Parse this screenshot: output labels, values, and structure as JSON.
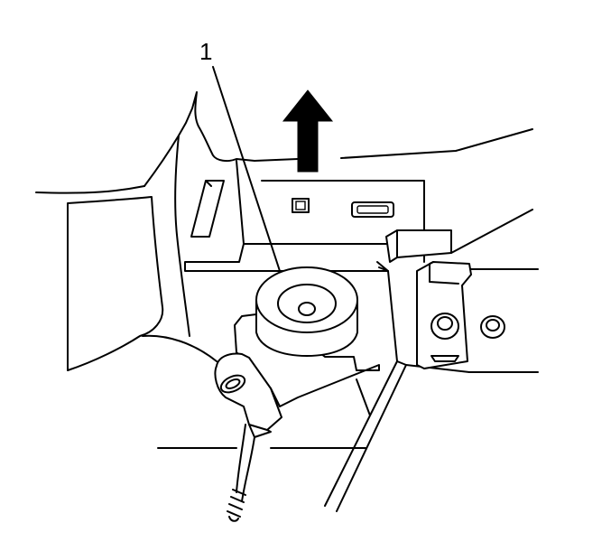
{
  "diagram": {
    "callouts": [
      {
        "id": "callout-1",
        "label": "1"
      }
    ],
    "arrow": {
      "direction": "up",
      "color": "#000000"
    },
    "line_color": "#000000",
    "background": "#ffffff"
  }
}
